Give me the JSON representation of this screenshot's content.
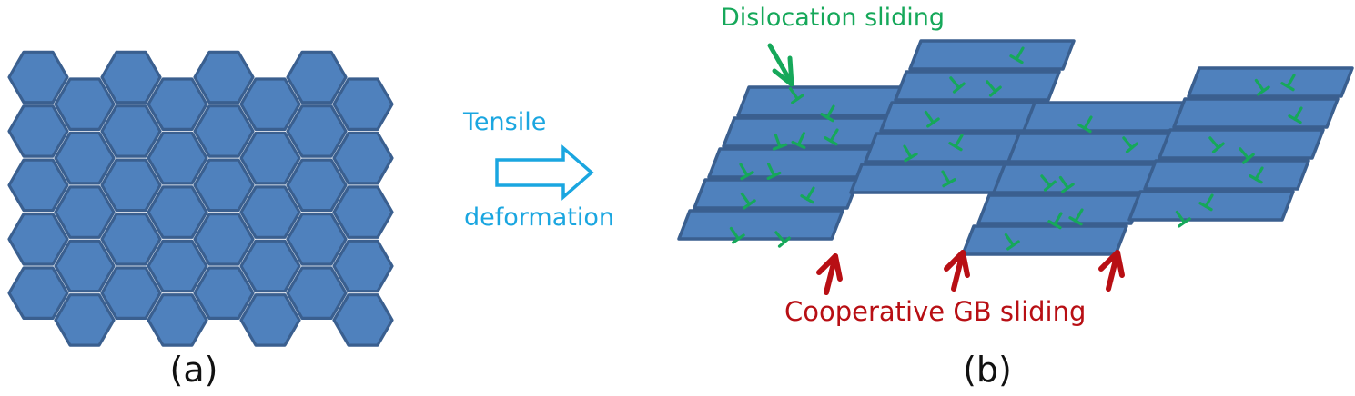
{
  "figure": {
    "panel_a": {
      "caption": "(a)",
      "description": "Equiaxed hexagonal grains",
      "grain_rows": 5,
      "grain_columns": 8
    },
    "transition": {
      "label_top": "Tensile",
      "label_bottom": "deformation",
      "arrow_icon": "hollow-right-arrow"
    },
    "panel_b": {
      "caption": "(b)",
      "label_dislocation": "Dislocation sliding",
      "label_gb": "Cooperative GB sliding",
      "dislocation_symbol": "⊥",
      "gb_arrow_count": 3,
      "dislocation_arrow_count": 1
    },
    "colors": {
      "grain_fill": "#4f81bd",
      "grain_edge": "#3a5f8f",
      "tensile_text": "#1aa6e0",
      "dislocation": "#16a85a",
      "gb_sliding": "#b80f14",
      "caption_text": "#111111"
    }
  }
}
